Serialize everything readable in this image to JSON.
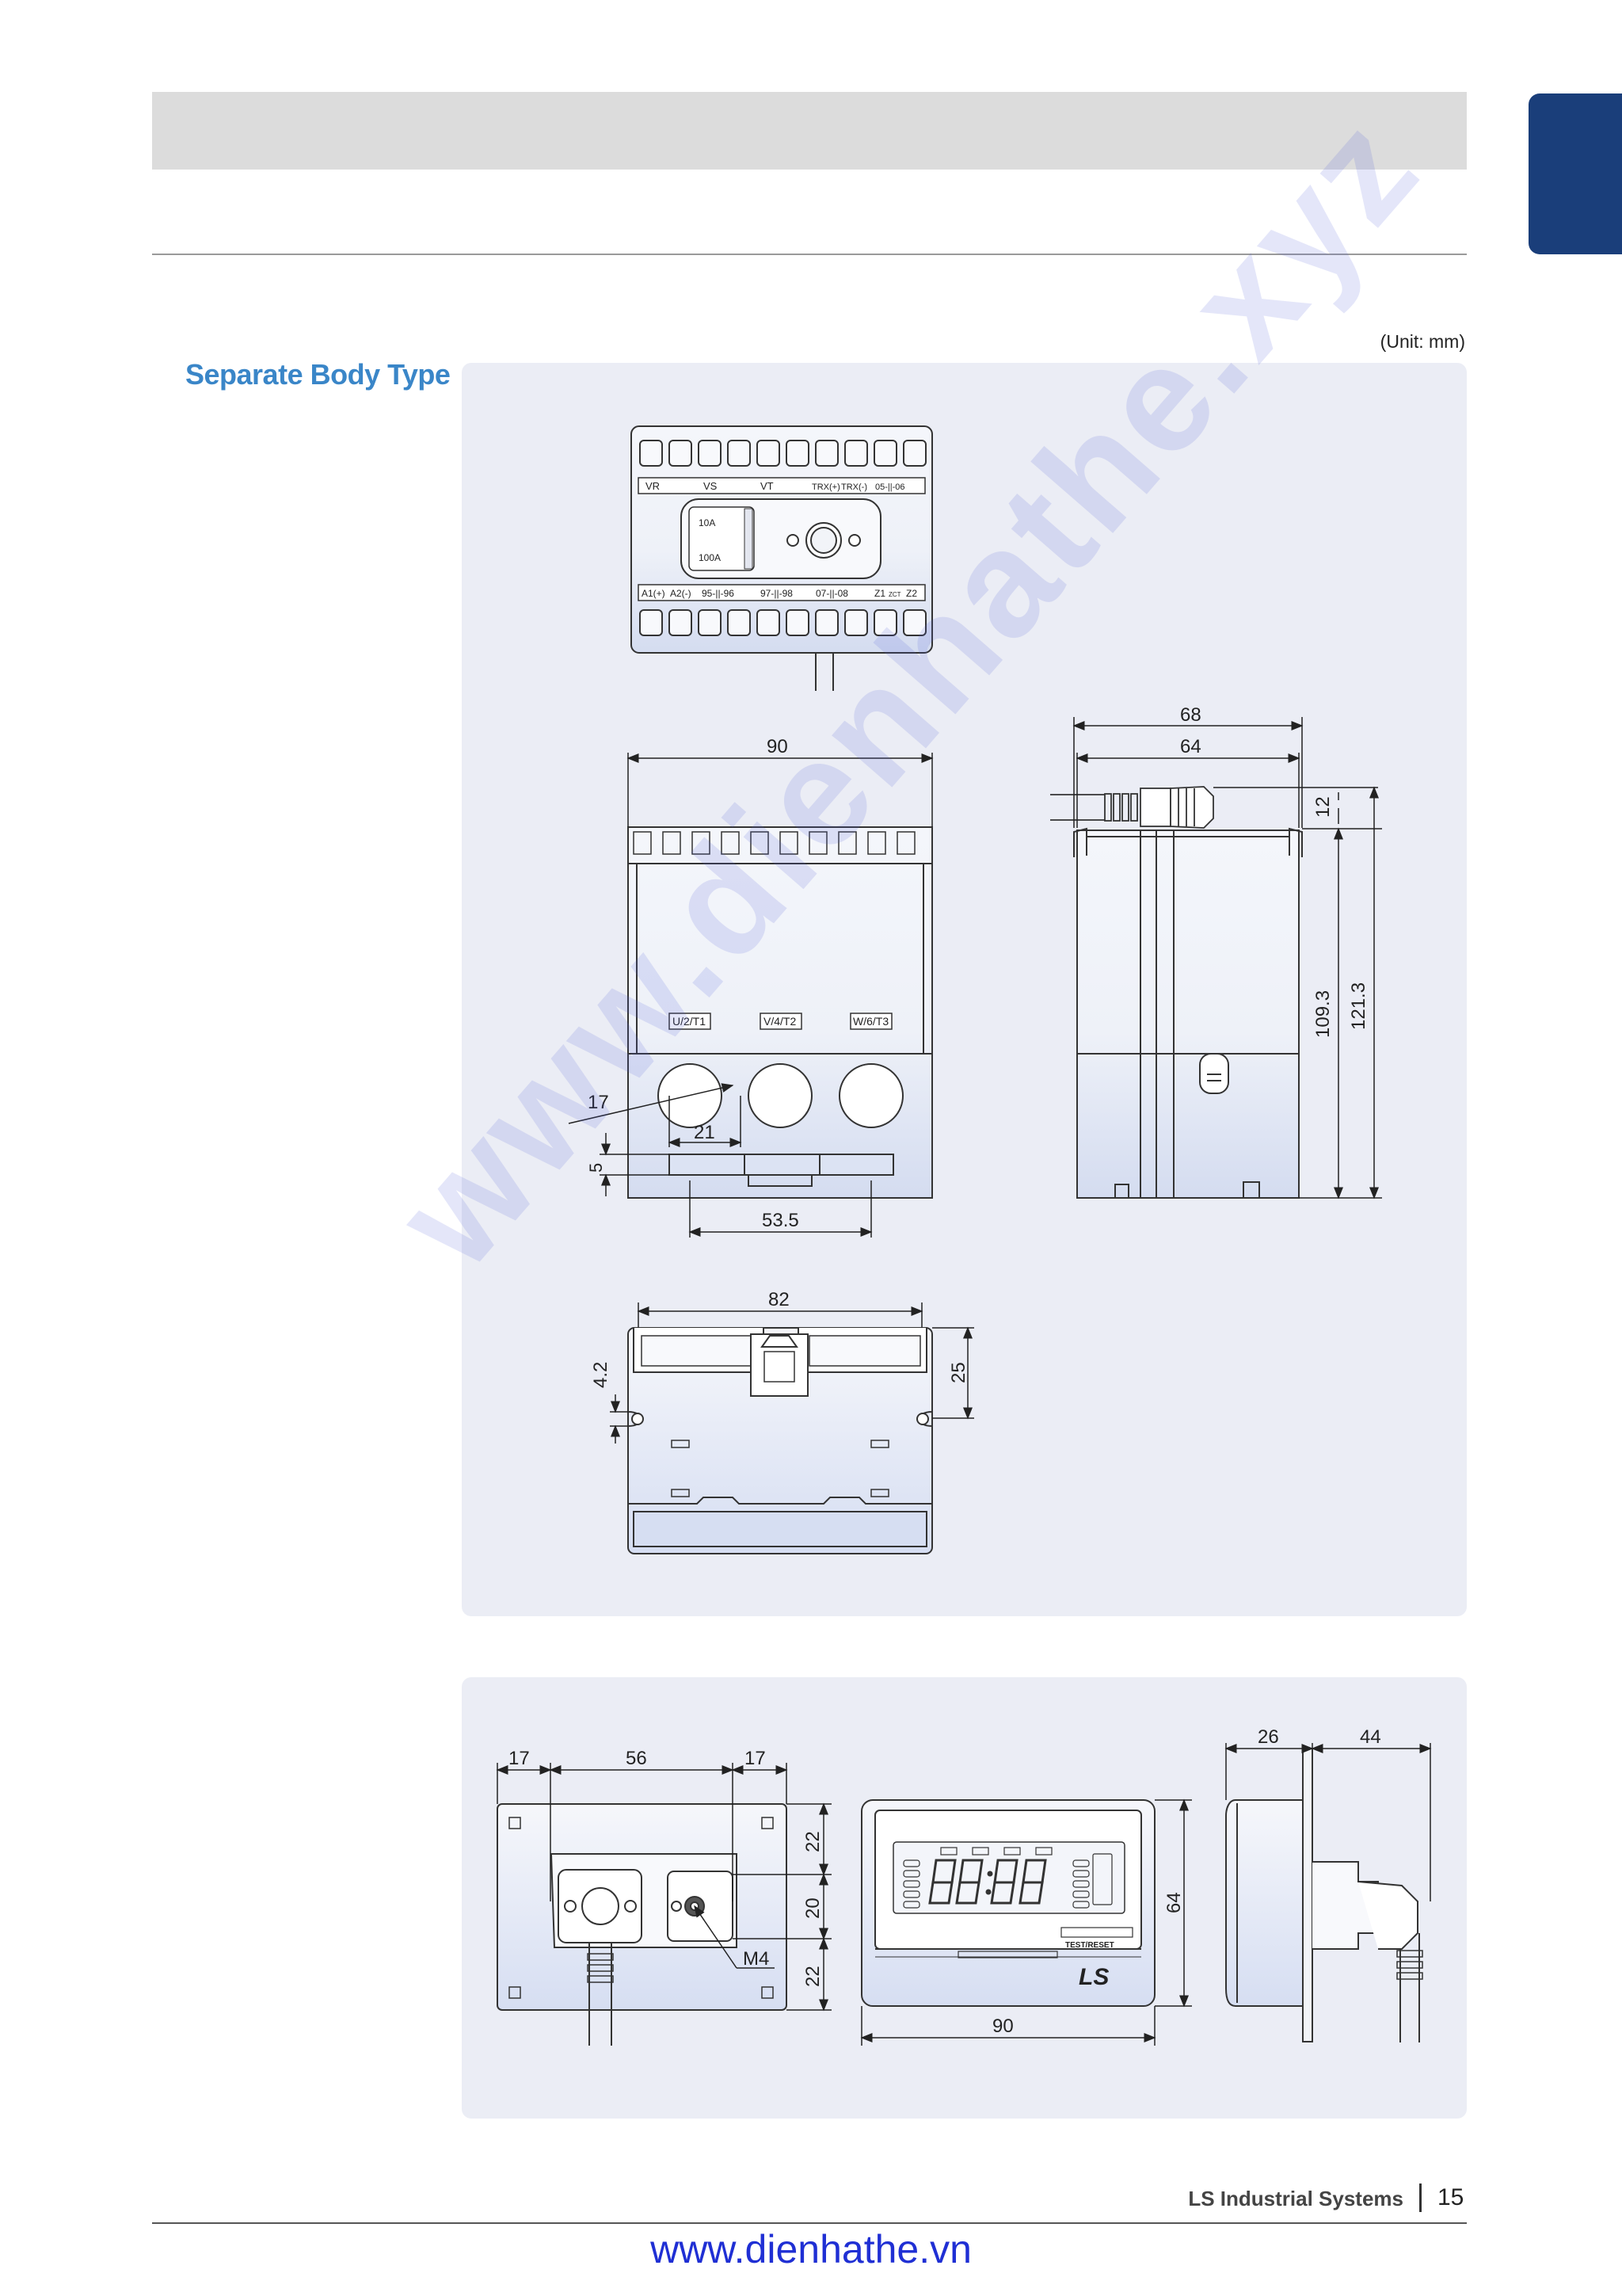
{
  "unit_note": "(Unit: mm)",
  "section_title": "Separate Body Type",
  "top_view": {
    "terminal_top_labels": [
      "VR",
      "VS",
      "VT",
      "TRX(+)",
      "TRX(-)",
      "05-||-06"
    ],
    "terminal_bottom_labels": [
      "A1(+)",
      "A2(-)",
      "95-||-96",
      "97-||-98",
      "07-||-08",
      "Z1",
      "ZCT",
      "Z2"
    ],
    "switch_labels": [
      "10A",
      "100A"
    ]
  },
  "front_view": {
    "phase_labels": [
      "U/2/T1",
      "V/4/T2",
      "W/6/T3"
    ],
    "dims": {
      "width": "90",
      "hole": "17",
      "pitch": "21",
      "bottom": "5",
      "mount": "53.5"
    }
  },
  "side_view": {
    "dims": {
      "depth_outer": "68",
      "depth_inner": "64",
      "top": "12",
      "height_inner": "109.3",
      "height_outer": "121.3"
    }
  },
  "bottom_view": {
    "dims": {
      "width": "82",
      "slot": "4.2",
      "depth": "25"
    }
  },
  "display_rear": {
    "dims": {
      "left": "17",
      "middle": "56",
      "right": "17",
      "v_top": "22",
      "v_mid": "20",
      "v_bottom": "22",
      "screw": "M4"
    }
  },
  "display_front": {
    "button_label": "TEST/RESET",
    "logo": "LS",
    "dims": {
      "width": "90",
      "height": "64"
    }
  },
  "display_side": {
    "dims": {
      "left": "26",
      "right": "44"
    }
  },
  "watermark": "www.dienhathe.xyz",
  "footer": {
    "brand": "LS Industrial Systems",
    "page_number": "15",
    "url": "www.dienhathe.vn"
  },
  "colors": {
    "accent_blue": "#3a86c8",
    "side_tab": "#1a3e7a",
    "panel_bg": "#ebedf5",
    "url_blue": "#1f2fd4"
  }
}
